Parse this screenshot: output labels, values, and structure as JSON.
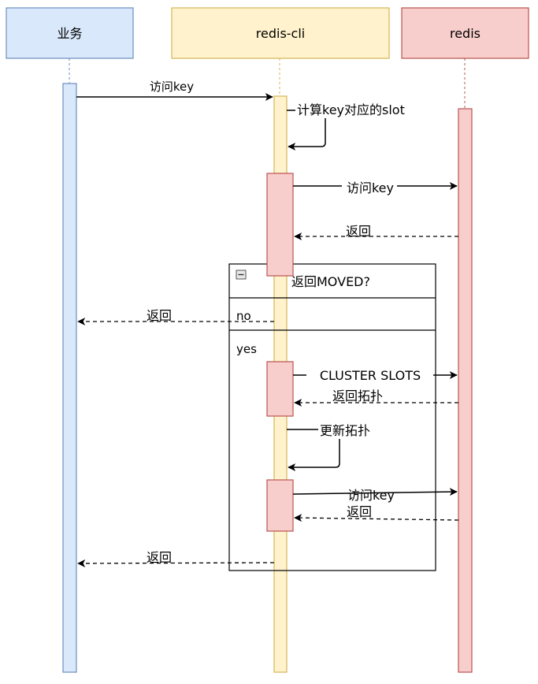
{
  "participants": {
    "business": "业务",
    "client": "redis-cli",
    "server": "redis"
  },
  "messages": {
    "access_key_1": "访问key",
    "compute_slot": "计算key对应的slot",
    "access_key_2": "访问key",
    "return_1": "返回",
    "return_no": "返回",
    "cluster_slots": "CLUSTER SLOTS",
    "return_topology": "返回拓扑",
    "update_topology": "更新拓扑",
    "access_key_3": "访问key",
    "return_3": "返回",
    "return_final": "返回"
  },
  "fragment": {
    "title": "返回MOVED?",
    "collapse_icon": "minus-box-icon",
    "branch_no": "no",
    "branch_yes": "yes"
  },
  "colors": {
    "blue_fill": "#dae8fc",
    "blue_stroke": "#6c8ebf",
    "yellow_fill": "#fff2cc",
    "yellow_stroke": "#d6b656",
    "red_fill": "#f8cecc",
    "red_stroke": "#b85450"
  }
}
